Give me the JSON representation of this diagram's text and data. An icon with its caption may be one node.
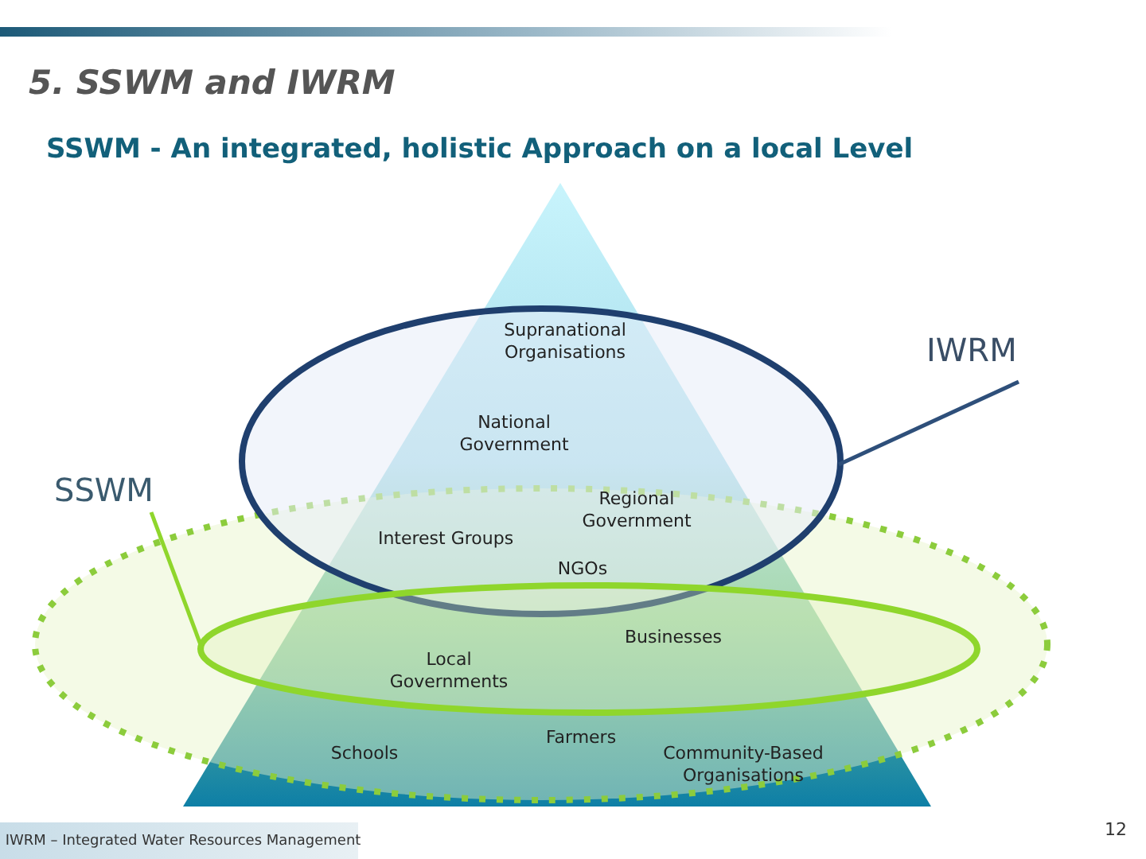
{
  "diagram": {
    "title": "5. SSWM and IWRM",
    "nodes": [
      {
        "text": [
          "IWRM"
        ]
      },
      {
        "text": [],
        "shape": "ellipse"
      },
      {
        "text": [
          "SSWM"
        ]
      },
      {
        "text": [],
        "shape": "ellipse"
      }
    ],
    "edges": [
      {
        "from": 0,
        "to": 1,
        "arrow": "none",
        "color": "#2e4f7a"
      },
      {
        "from": 2,
        "to": 3,
        "arrow": "none",
        "color": "#8fd62c"
      }
    ],
    "labels": [
      "SSWM - An integrated, holistic Approach on a local Level",
      "Supranational Organisations",
      "National Government",
      "Regional Government",
      "Interest Groups",
      "NGOs",
      "Businesses",
      "Local Governments",
      "Schools",
      "Farmers",
      "Community-Based Organisations",
      "IWRM – Integrated Water Resources Management",
      "12"
    ]
  }
}
